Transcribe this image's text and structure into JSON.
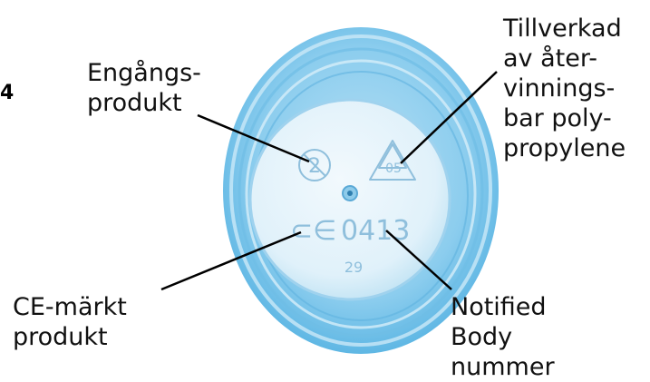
{
  "edge_fragment": "4",
  "labels": {
    "single_use": [
      "Engångs-",
      "produkt"
    ],
    "recycled": [
      "Tillverkad",
      "av åter-",
      "vinnings-",
      "bar poly-",
      "propylene"
    ],
    "ce_marked": [
      "CE-märkt",
      "produkt"
    ],
    "notified_body": [
      "Notified",
      "Body",
      "nummer"
    ]
  },
  "embossed": {
    "recycling_code": "05",
    "ce_mark": "CE",
    "notified_body_number": "0413",
    "mould_number": "29"
  },
  "colors": {
    "cup_light": "#cfeaf8",
    "cup_mid": "#8ccdee",
    "cup_dark": "#4fb0e0",
    "base_disc": "#e3f2fa",
    "emboss": "#8fbfdc",
    "text": "#111111",
    "pointer": "#000000"
  }
}
